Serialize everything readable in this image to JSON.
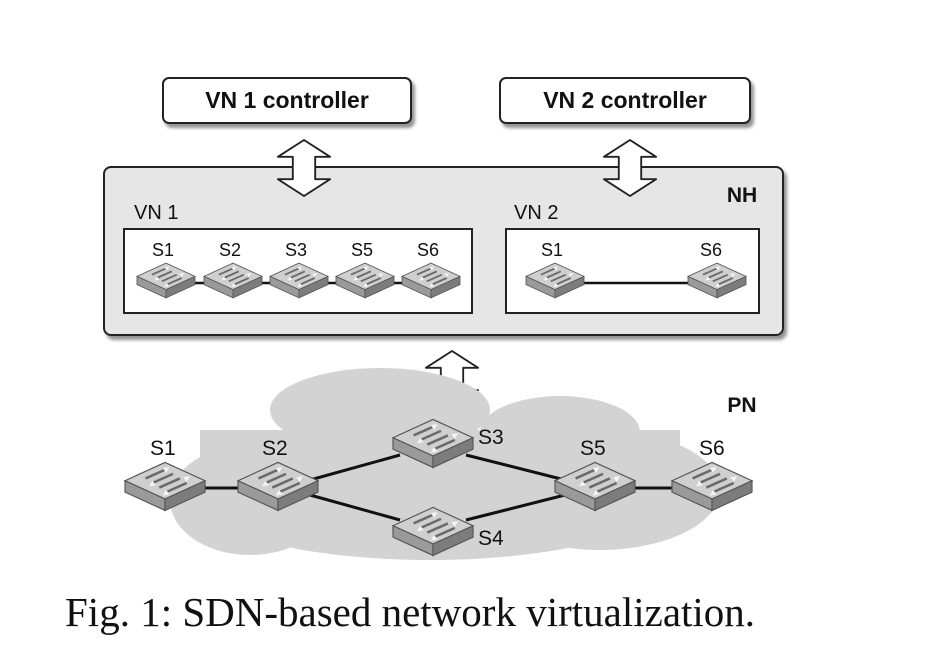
{
  "controllers": {
    "vn1_label": "VN 1 controller",
    "vn2_label": "VN 2 controller"
  },
  "hypervisor": {
    "label": "NH",
    "vn1": {
      "label": "VN 1",
      "switches": [
        "S1",
        "S2",
        "S3",
        "S5",
        "S6"
      ]
    },
    "vn2": {
      "label": "VN 2",
      "switches": [
        "S1",
        "S6"
      ]
    }
  },
  "physical": {
    "label": "PN",
    "switches": [
      "S1",
      "S2",
      "S3",
      "S4",
      "S5",
      "S6"
    ],
    "links": [
      [
        "S1",
        "S2"
      ],
      [
        "S2",
        "S3"
      ],
      [
        "S2",
        "S4"
      ],
      [
        "S3",
        "S5"
      ],
      [
        "S4",
        "S5"
      ],
      [
        "S5",
        "S6"
      ]
    ]
  },
  "caption": "Fig. 1: SDN-based network virtualization.",
  "colors": {
    "panel_fill": "#e6e6e6",
    "cloud_fill": "#d3d3d3",
    "switch_top": "#c8c8c8",
    "switch_side": "#8c8c8c",
    "outline": "#222222"
  }
}
